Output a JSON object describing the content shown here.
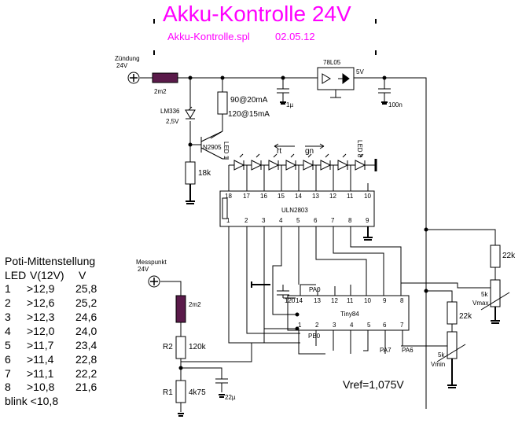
{
  "title": "Akku-Kontrolle 24V",
  "subtitle": "Akku-Kontrolle.spl",
  "date": "02.05.12",
  "labels": {
    "zuendung": "Zündung",
    "zuendung_v": "24V",
    "inductor_top": "2m2",
    "lm336": "LM336",
    "lm336_v": "2,5V",
    "r_series_1": "90@20mA",
    "r_series_2": "120@15mA",
    "cap_1u": "1µ",
    "regulator": "78L05",
    "reg_out": "5V",
    "cap_100n": "100n",
    "transistor": "N2905",
    "r_18k": "18k",
    "led1": "LED 1",
    "led8": "LED 8",
    "rt": "rt",
    "gn": "gn",
    "uln": "ULN2803",
    "uln_top_pins": [
      "18",
      "17",
      "16",
      "15",
      "14",
      "13",
      "12",
      "11",
      "10"
    ],
    "uln_bottom_pins": [
      "1",
      "2",
      "3",
      "4",
      "5",
      "6",
      "7",
      "8",
      "9"
    ],
    "tiny": "Tiny84",
    "tiny_top_pins": [
      "14",
      "13",
      "12",
      "11",
      "10",
      "9",
      "8"
    ],
    "tiny_bottom_pins": [
      "1",
      "2",
      "3",
      "4",
      "5",
      "6",
      "7"
    ],
    "pa0": "PA0",
    "pb0": "PB0",
    "pa7": "PA7",
    "pa6": "PA6",
    "c120": "120",
    "r_22k_top": "22k",
    "r_22k_bot": "22k",
    "pot_5k_top": "5k",
    "vmax": "Vmax",
    "pot_5k_bot": "5k",
    "vmin": "Vmin",
    "messpunkt": "Messpunkt",
    "messpunkt_v": "24V",
    "inductor_bot": "2m2",
    "r2": "R2",
    "r2_val": "120k",
    "r1": "R1",
    "r1_val": "4k75",
    "cap_22u": "22µ",
    "vref": "Vref=1,075V"
  },
  "table": {
    "heading": "Poti-Mittenstellung",
    "col_led": "LED",
    "col_v12": "V(12V)",
    "col_v": "V",
    "rows": [
      {
        "led": "1",
        "v12": ">12,9",
        "v": "25,8"
      },
      {
        "led": "2",
        "v12": ">12,6",
        "v": "25,2"
      },
      {
        "led": "3",
        "v12": ">12,3",
        "v": "24,6"
      },
      {
        "led": "4",
        "v12": ">12,0",
        "v": "24,0"
      },
      {
        "led": "5",
        "v12": ">11,7",
        "v": "23,4"
      },
      {
        "led": "6",
        "v12": ">11,4",
        "v": "22,8"
      },
      {
        "led": "7",
        "v12": ">11,1",
        "v": "22,2"
      },
      {
        "led": "8",
        "v12": ">10,8",
        "v": "21,6"
      }
    ],
    "footer": "blink <10,8"
  },
  "colors": {
    "title": "#ff00ff",
    "inductor": "#5a1a4a",
    "wire": "#000000"
  }
}
